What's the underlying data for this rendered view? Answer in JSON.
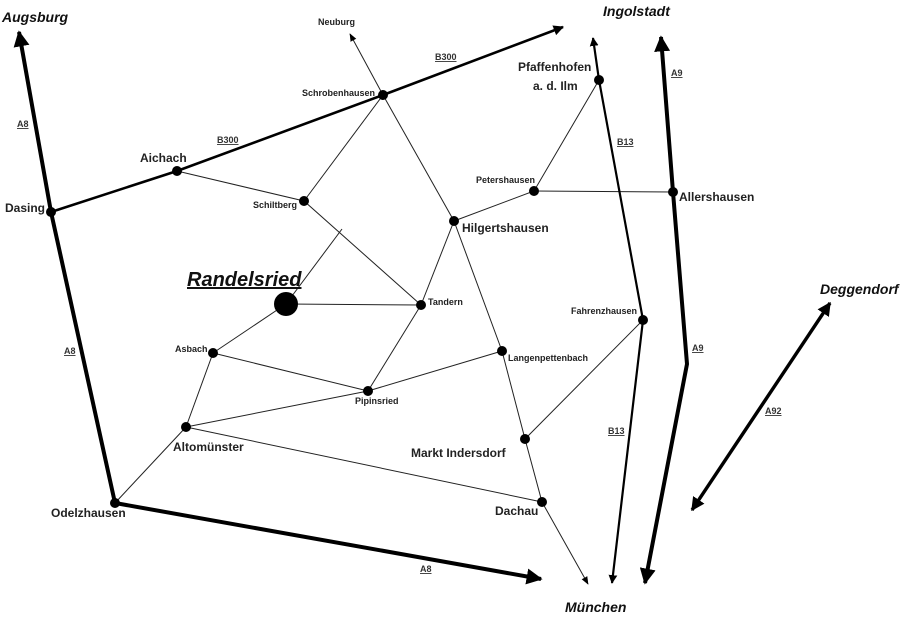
{
  "map": {
    "destinations": {
      "augsburg": "Augsburg",
      "ingolstadt": "Ingolstadt",
      "deggendorf": "Deggendorf",
      "muenchen": "München",
      "neuburg": "Neuburg"
    },
    "highlight": {
      "name": "Randelsried"
    },
    "places": {
      "dasing": "Dasing",
      "aichach": "Aichach",
      "schrobenhausen": "Schrobenhausen",
      "schiltberg": "Schiltberg",
      "tandern": "Tandern",
      "hilgertshausen": "Hilgertshausen",
      "petershausen": "Petershausen",
      "pfaffenhofen_1": "Pfaffenhofen",
      "pfaffenhofen_2": "a. d. Ilm",
      "allershausen": "Allershausen",
      "fahrenzhausen": "Fahrenzhausen",
      "langenpettenbach": "Langenpettenbach",
      "asbach": "Asbach",
      "pipinsried": "Pipinsried",
      "altomuenster": "Altomünster",
      "markt_indersdorf": "Markt Indersdorf",
      "dachau": "Dachau",
      "odelzhausen": "Odelzhausen"
    },
    "roads": {
      "a8": "A8",
      "b300": "B300",
      "b13": "B13",
      "a9": "A9",
      "a92": "A92"
    },
    "colors": {
      "lines": "#000000",
      "background": "#ffffff"
    }
  }
}
